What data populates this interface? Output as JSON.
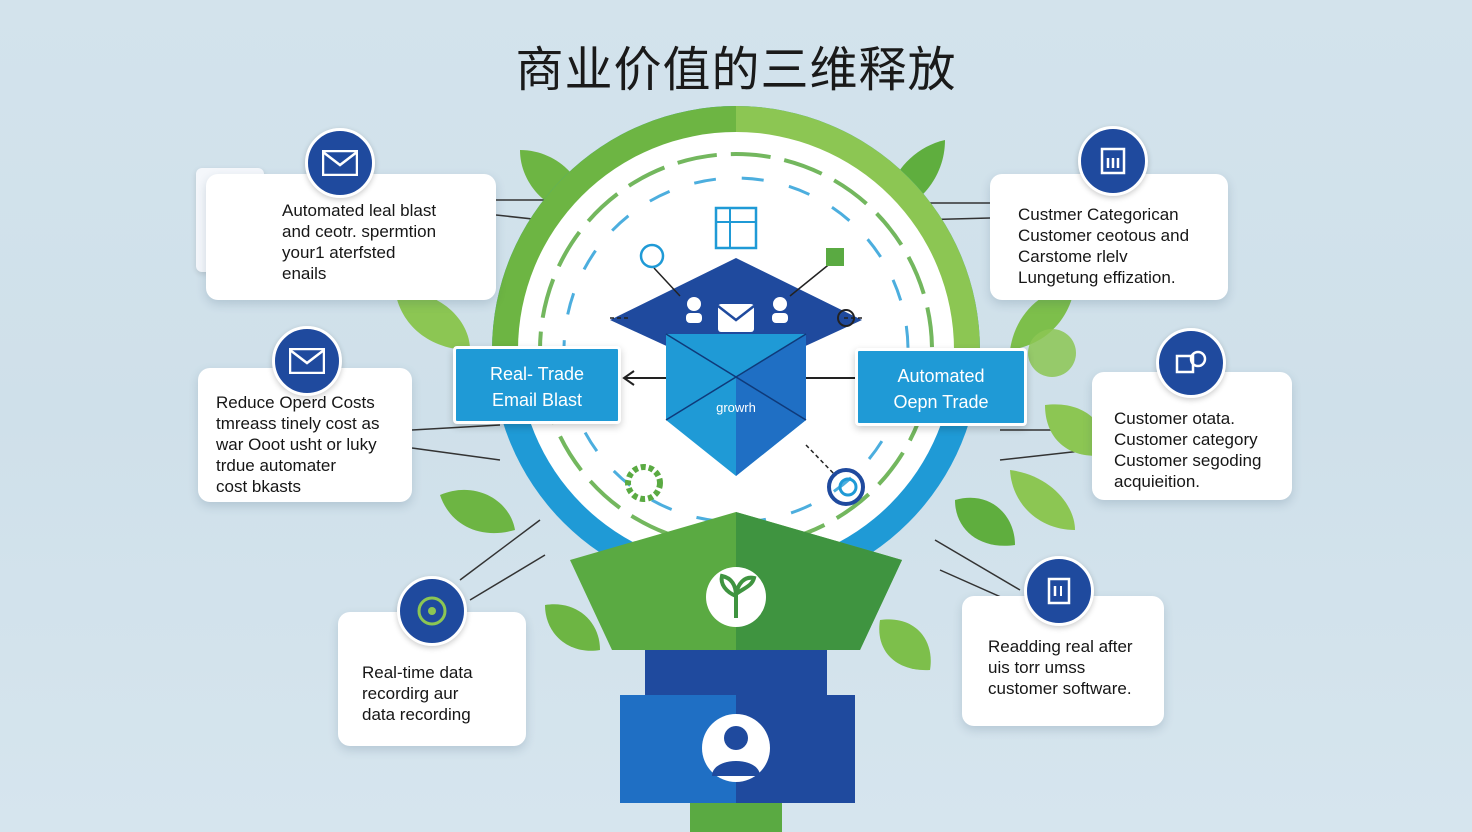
{
  "title": "商业价值的三维释放",
  "center": {
    "left_box": "Real- Trade\nEmail Blast",
    "right_box": "Automated\nOepn Trade",
    "growth_label": "growrh"
  },
  "cards": {
    "top_left": "Automated leal blast\nand ceotr. spermtion\nyour1 aterfsted\nenails",
    "mid_left": "Reduce Operd Costs\ntmreass tinely cost  as\nwar Ooot  usht  or luky\ntrdue automater\ncost bkasts",
    "bottom_left": "Real-time data\nrecordirg aur\ndata recording",
    "top_right": "Custmer Categorican\nCustomer ceotous and\nCarstome rlelv\nLungetung effization.",
    "mid_right": "Customer otata.\nCustomer category\nCustomer segoding\nacquieition.",
    "bottom_right": "Readding real after\nuis torr umss\ncustomer software."
  },
  "icons": {
    "top_left_circle": "envelope-icon",
    "mid_left_circle": "envelope-icon",
    "bottom_left_circle": "network-icon",
    "top_right_circle": "document-icon",
    "mid_right_circle": "chat-gear-icon",
    "bottom_right_circle": "file-icon",
    "stem_badge": "sprout-icon",
    "base_badge": "person-icon"
  },
  "colors": {
    "navy": "#1f4a9e",
    "blue": "#1f9ad6",
    "green": "#5aaa42",
    "light_green": "#8cc653",
    "background": "#d3e3ec"
  }
}
